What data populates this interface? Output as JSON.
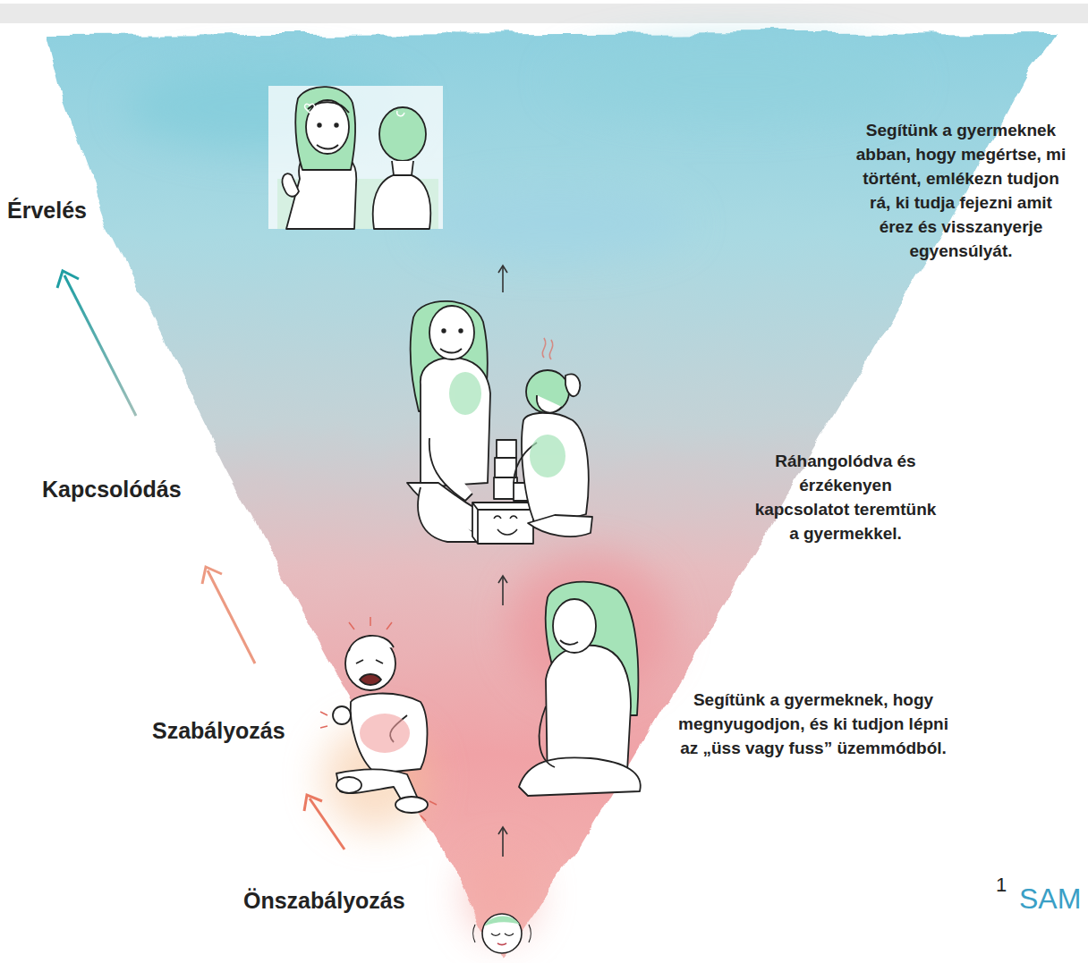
{
  "diagram": {
    "labels": [
      "Érvelés",
      "Kapcsolódás",
      "Szabályozás",
      "Önszabályozás",
      "Segítünk a gyermeknek abban, hogy megértse, mi történt, emlékezn tudjon rá, ki tudja fejezni amit érez és visszanyerje egyensúlyát.",
      "Ráhangolódva és érzékenyen kapcsolatot teremtünk a gyermekkel.",
      "Segítünk a gyermeknek, hogy megnyugodjon, és ki tudjon lépni az „üss vagy fuss” üzemmódból.",
      "1",
      "SAM"
    ]
  }
}
